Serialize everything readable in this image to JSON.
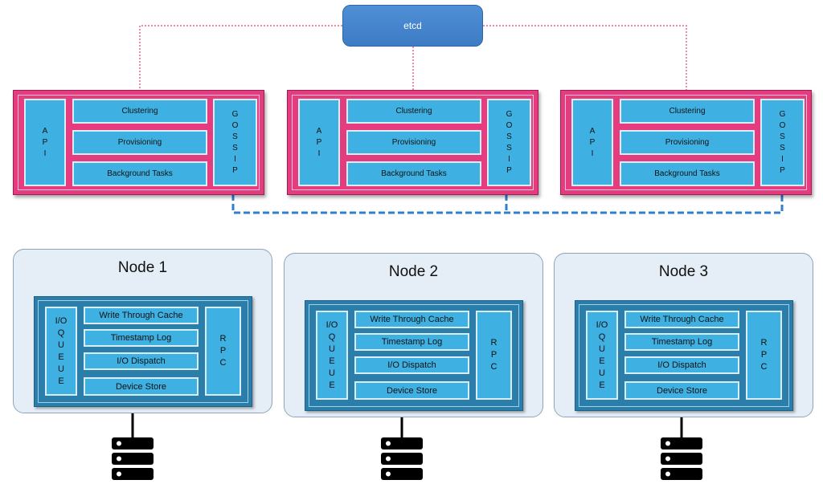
{
  "etcd": {
    "label": "etcd"
  },
  "control_plane": [
    {
      "api": [
        "A",
        "P",
        "I"
      ],
      "modules": [
        "Clustering",
        "Provisioning",
        "Background Tasks"
      ],
      "gossip": [
        "G",
        "O",
        "S",
        "S",
        "I",
        "P"
      ]
    },
    {
      "api": [
        "A",
        "P",
        "I"
      ],
      "modules": [
        "Clustering",
        "Provisioning",
        "Background Tasks"
      ],
      "gossip": [
        "G",
        "O",
        "S",
        "S",
        "I",
        "P"
      ]
    },
    {
      "api": [
        "A",
        "P",
        "I"
      ],
      "modules": [
        "Clustering",
        "Provisioning",
        "Background Tasks"
      ],
      "gossip": [
        "G",
        "O",
        "S",
        "S",
        "I",
        "P"
      ]
    }
  ],
  "nodes": [
    {
      "title": "Node 1",
      "io_queue": [
        "I/O",
        "Q",
        "U",
        "E",
        "U",
        "E"
      ],
      "modules": [
        "Write Through Cache",
        "Timestamp Log",
        "I/O Dispatch",
        "Device Store"
      ],
      "rpc": [
        "R",
        "P",
        "C"
      ]
    },
    {
      "title": "Node 2",
      "io_queue": [
        "I/O",
        "Q",
        "U",
        "E",
        "U",
        "E"
      ],
      "modules": [
        "Write Through Cache",
        "Timestamp Log",
        "I/O Dispatch",
        "Device Store"
      ],
      "rpc": [
        "R",
        "P",
        "C"
      ]
    },
    {
      "title": "Node 3",
      "io_queue": [
        "I/O",
        "Q",
        "U",
        "E",
        "U",
        "E"
      ],
      "modules": [
        "Write Through Cache",
        "Timestamp Log",
        "I/O Dispatch",
        "Device Store"
      ],
      "rpc": [
        "R",
        "P",
        "C"
      ]
    }
  ],
  "icons": {
    "storage": "server-stack-icon"
  },
  "colors": {
    "control_plane": "#e43c7e",
    "module": "#3fb0e2",
    "panel": "#2b7eaa",
    "etcd": "#3d7cc4",
    "gossip_link": "#2f7fd0",
    "etcd_link": "#e43c7e",
    "node_bg": "#e5edf6"
  }
}
